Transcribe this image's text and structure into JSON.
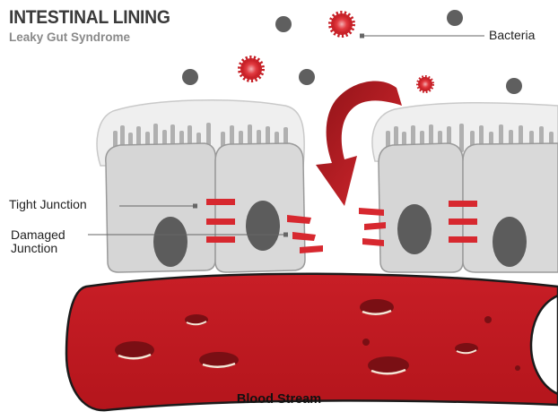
{
  "title": "INTESTINAL LINING",
  "subtitle": "Leaky Gut Syndrome",
  "labels": {
    "bacteria": "Bacteria",
    "tight_junction": "Tight Junction",
    "damaged_junction_line1": "Damaged",
    "damaged_junction_line2": "Junction",
    "blood_stream": "Blood Stream"
  },
  "colors": {
    "red": "#d7282f",
    "dark_red": "#9e1b1f",
    "cell_fill": "#d4d4d4",
    "cell_stroke": "#9a9a9a",
    "nucleus": "#5c5c5c",
    "bacteria_gray": "#5f5f5f"
  }
}
